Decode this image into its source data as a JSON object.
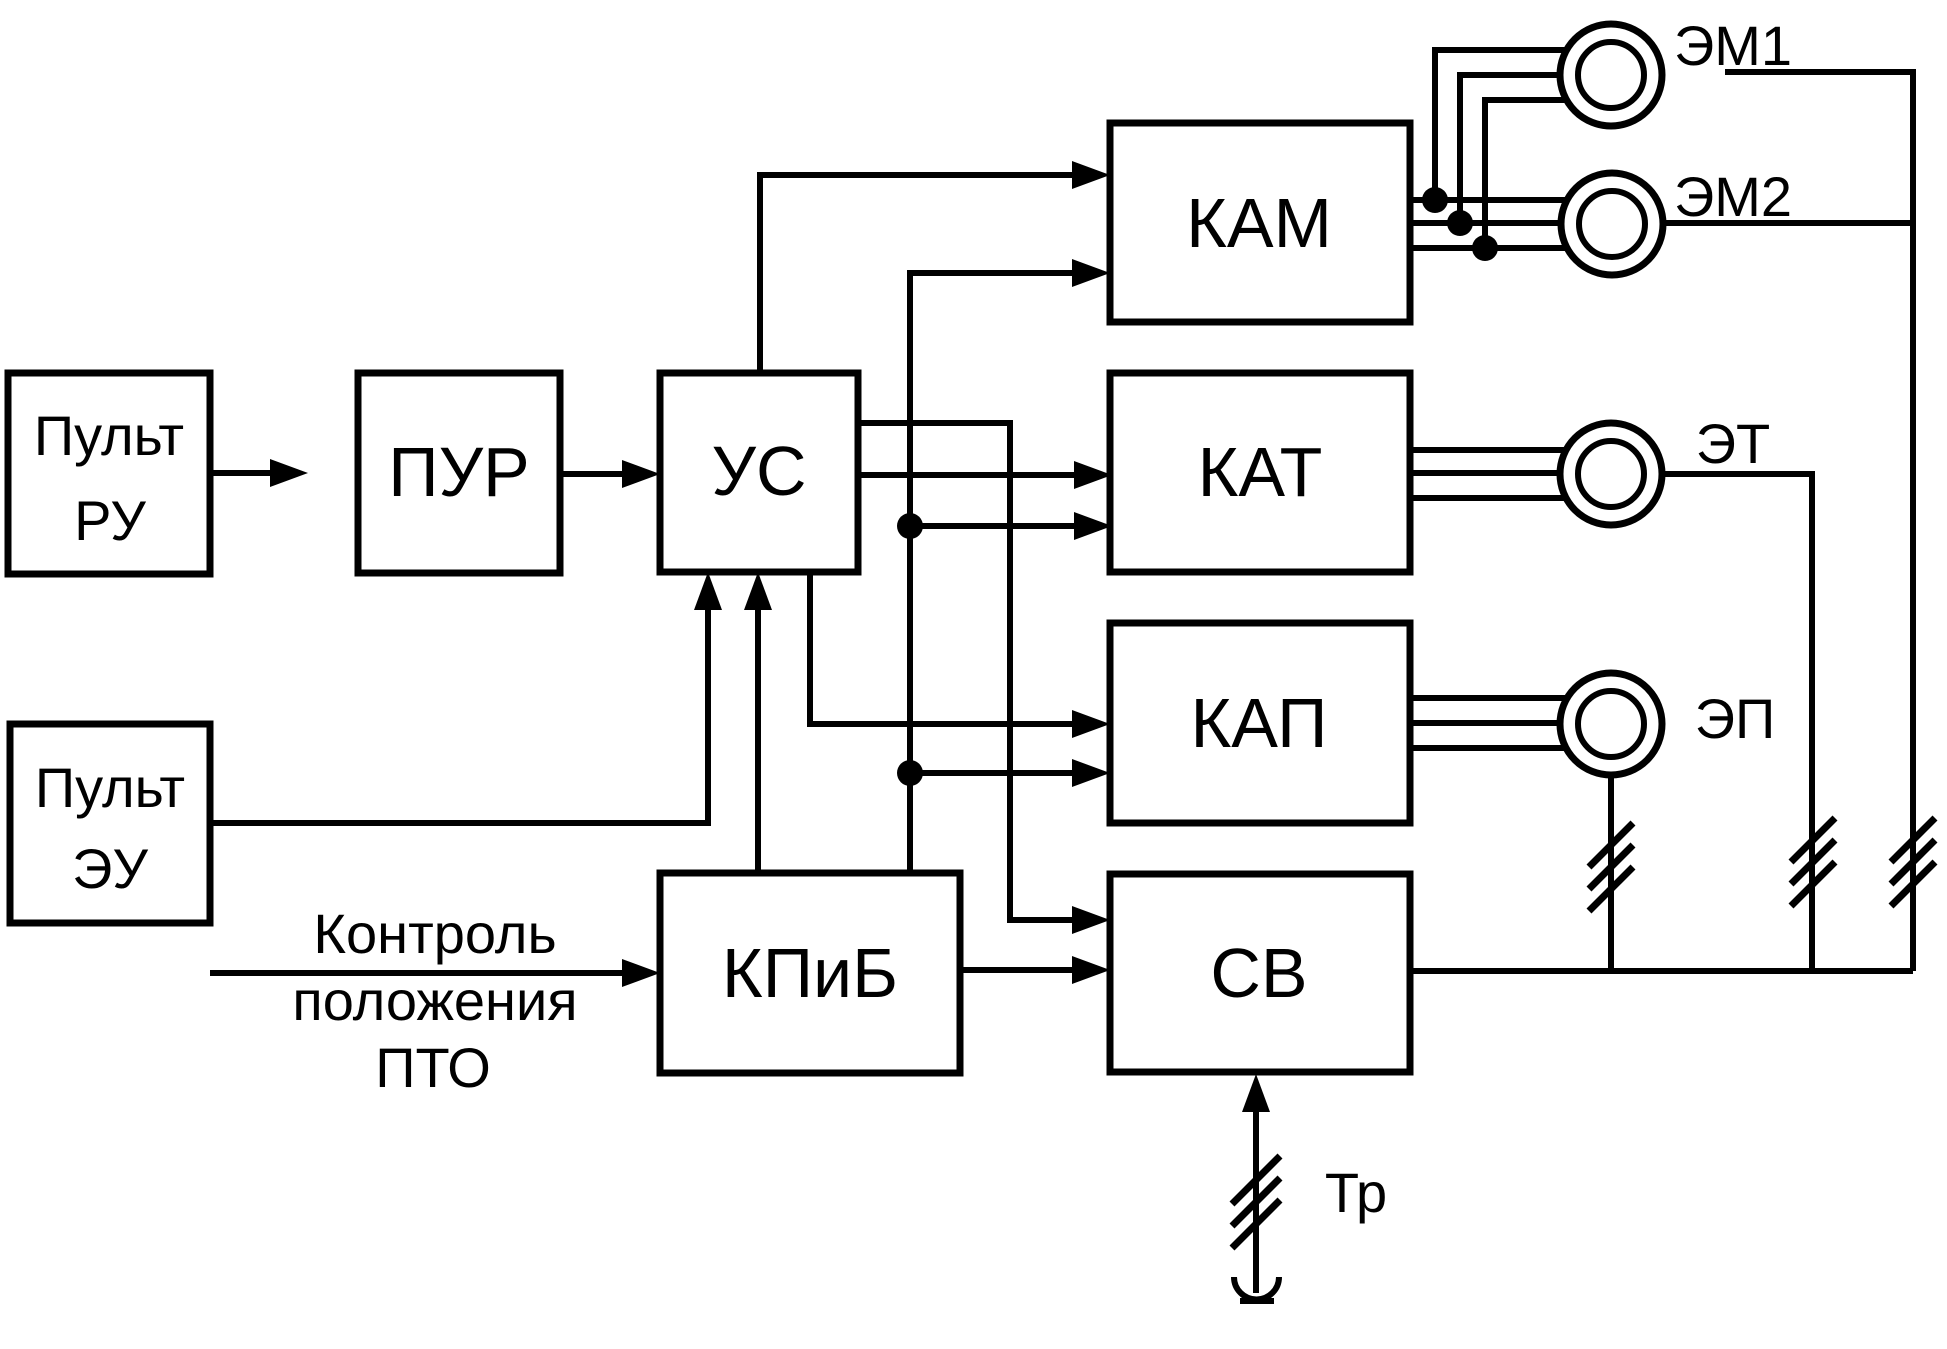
{
  "diagram": {
    "blocks": {
      "pult_ru": {
        "line1": "Пульт",
        "line2": "РУ"
      },
      "pur": {
        "label": "ПУР"
      },
      "us": {
        "label": "УС"
      },
      "kam": {
        "label": "КАМ"
      },
      "kat": {
        "label": "КАТ"
      },
      "kap": {
        "label": "КАП"
      },
      "sv": {
        "label": "СВ"
      },
      "kpib": {
        "label": "КПиБ"
      },
      "pult_eu": {
        "line1": "Пульт",
        "line2": "ЭУ"
      }
    },
    "motors": {
      "em1": "ЭМ1",
      "em2": "ЭМ2",
      "et": "ЭТ",
      "ep": "ЭП"
    },
    "annotations": {
      "control_line1": "Контроль",
      "control_line2": "положения",
      "control_line3": "ПТО",
      "tr": "Тр"
    },
    "colors": {
      "line": "#000000",
      "background": "#ffffff"
    }
  }
}
